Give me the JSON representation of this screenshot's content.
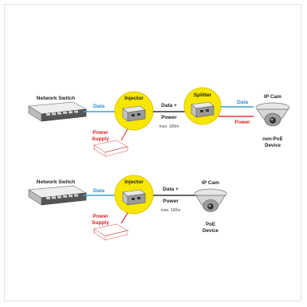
{
  "colors": {
    "circle_fill": "#f6e600",
    "circle_stroke": "#e3c800",
    "data_line": "#3aa0dc",
    "power_line": "#e23a3a",
    "text": "#222222",
    "data_text": "#2a8fd0",
    "power_text": "#d82020"
  },
  "diagram_top": {
    "switch_label": "Network Switch",
    "data_label": "Data",
    "injector_label": "Injector",
    "combined_line1": "Data +",
    "combined_line2": "Power",
    "distance_note": "max. 100m",
    "splitter_label": "Splitter",
    "out_data_label": "Data",
    "out_power_label": "Power",
    "camera_label": "IP Cam",
    "device_line1": "non-PoE",
    "device_line2": "Device",
    "supply_line1": "Power",
    "supply_line2": "Supply"
  },
  "diagram_bottom": {
    "switch_label": "Network Switch",
    "data_label": "Data",
    "injector_label": "Injector",
    "combined_line1": "Data +",
    "combined_line2": "Power",
    "distance_note": "max. 100m",
    "camera_label": "IP Cam",
    "device_line1": "PoE",
    "device_line2": "Device",
    "supply_line1": "Power",
    "supply_line2": "Supply"
  }
}
